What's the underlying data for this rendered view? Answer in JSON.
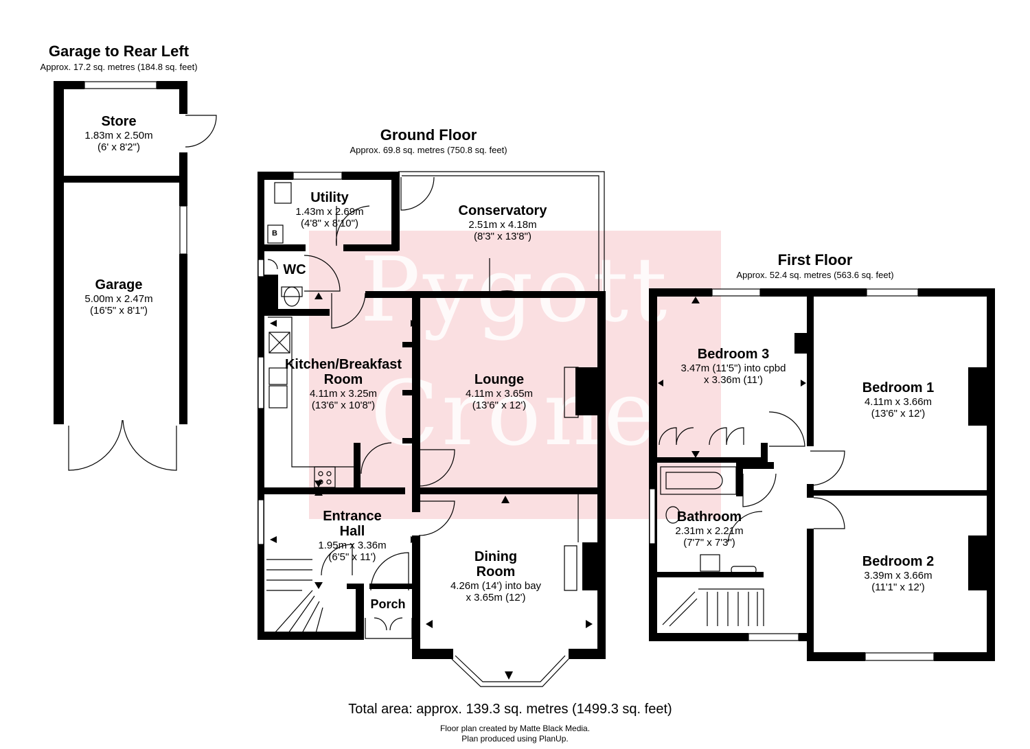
{
  "garage_section": {
    "title": "Garage to Rear Left",
    "area": "Approx. 17.2 sq. metres (184.8 sq. feet)",
    "rooms": {
      "store": {
        "name": "Store",
        "dims": "1.83m x 2.50m",
        "imperial": "(6' x 8'2\")"
      },
      "garage": {
        "name": "Garage",
        "dims": "5.00m x 2.47m",
        "imperial": "(16'5\" x 8'1\")"
      }
    }
  },
  "ground_floor": {
    "title": "Ground Floor",
    "area": "Approx. 69.8 sq. metres (750.8 sq. feet)",
    "rooms": {
      "utility": {
        "name": "Utility",
        "dims": "1.43m x 2.69m",
        "imperial": "(4'8\" x 8'10\")"
      },
      "conservatory": {
        "name": "Conservatory",
        "dims": "2.51m x 4.18m",
        "imperial": "(8'3\" x 13'8\")"
      },
      "wc": {
        "name": "WC"
      },
      "kitchen": {
        "name_line1": "Kitchen/Breakfast",
        "name_line2": "Room",
        "dims": "4.11m x 3.25m",
        "imperial": "(13'6\" x 10'8\")"
      },
      "lounge": {
        "name": "Lounge",
        "dims": "4.11m x 3.65m",
        "imperial": "(13'6\" x 12')"
      },
      "entrance_hall": {
        "name_line1": "Entrance",
        "name_line2": "Hall",
        "dims": "1.95m x 3.36m",
        "imperial": "(6'5\" x 11')"
      },
      "dining_room": {
        "name_line1": "Dining",
        "name_line2": "Room",
        "dims_line1": "4.26m (14') into bay",
        "dims_line2": "x 3.65m (12')"
      },
      "porch": {
        "name": "Porch"
      }
    },
    "boiler_label": "B"
  },
  "first_floor": {
    "title": "First Floor",
    "area": "Approx. 52.4 sq. metres (563.6 sq. feet)",
    "rooms": {
      "bedroom3": {
        "name": "Bedroom 3",
        "dims_line1": "3.47m (11'5\") into cpbd",
        "dims_line2": "x 3.36m (11')"
      },
      "bedroom1": {
        "name": "Bedroom 1",
        "dims": "4.11m x 3.66m",
        "imperial": "(13'6\" x 12')"
      },
      "bathroom": {
        "name": "Bathroom",
        "dims": "2.31m x 2.21m",
        "imperial": "(7'7\" x 7'3\")"
      },
      "bedroom2": {
        "name": "Bedroom 2",
        "dims": "3.39m x 3.66m",
        "imperial": "(11'1\" x 12')"
      }
    }
  },
  "watermark": {
    "line1": "Pygott",
    "line2": "Crone",
    "color": "#f6c4c8"
  },
  "footer": {
    "total": "Total area: approx. 139.3 sq. metres (1499.3 sq. feet)",
    "credit1": "Floor plan created by Matte Black Media.",
    "credit2": "Plan produced using PlanUp."
  },
  "colors": {
    "wall": "#000000",
    "background": "#ffffff",
    "watermark": "#f6c4c8"
  }
}
